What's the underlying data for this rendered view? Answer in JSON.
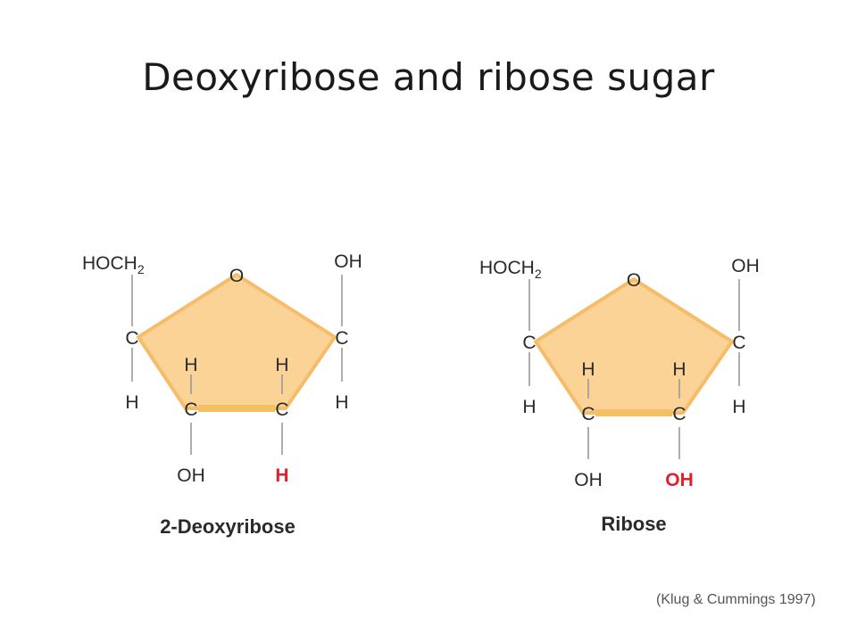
{
  "slide": {
    "title": "Deoxyribose and ribose sugar",
    "credit": "(Klug & Cummings 1997)"
  },
  "molecules": [
    {
      "name": "2-Deoxyribose",
      "ring_oxygen": "O",
      "carbon": "C",
      "hydrogen": "H",
      "top_left_group_main": "HOCH",
      "top_left_group_sub": "2",
      "top_right_group": "OH",
      "bottom_left_group": "OH",
      "bottom_right_group": "H",
      "highlight_color": "#e0202a"
    },
    {
      "name": "Ribose",
      "ring_oxygen": "O",
      "carbon": "C",
      "hydrogen": "H",
      "top_left_group_main": "HOCH",
      "top_left_group_sub": "2",
      "top_right_group": "OH",
      "bottom_left_group": "OH",
      "bottom_right_group": "OH",
      "highlight_color": "#e0202a"
    }
  ],
  "colors": {
    "ring_fill": "#fcd396",
    "ring_stroke": "#f5bc69"
  }
}
